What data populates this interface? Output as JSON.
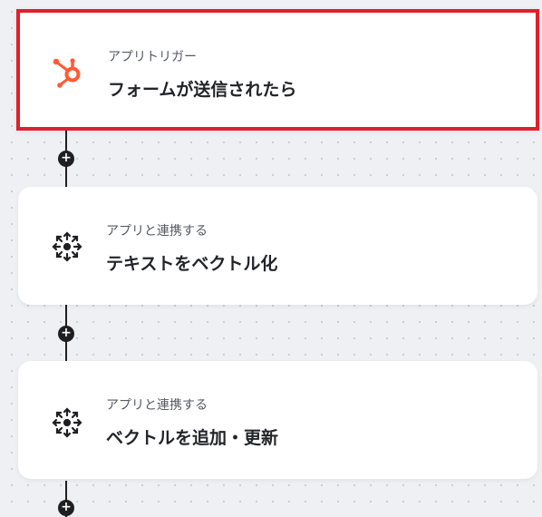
{
  "steps": [
    {
      "subtitle": "アプリトリガー",
      "title": "フォームが送信されたら",
      "icon": "hubspot-icon",
      "accent": "#ff5c35",
      "selected_border": "#e0202a"
    },
    {
      "subtitle": "アプリと連携する",
      "title": "テキストをベクトル化",
      "icon": "vector-ai-icon"
    },
    {
      "subtitle": "アプリと連携する",
      "title": "ベクトルを追加・更新",
      "icon": "vector-ai-icon"
    }
  ],
  "connectors": {
    "add_symbol": "+"
  }
}
